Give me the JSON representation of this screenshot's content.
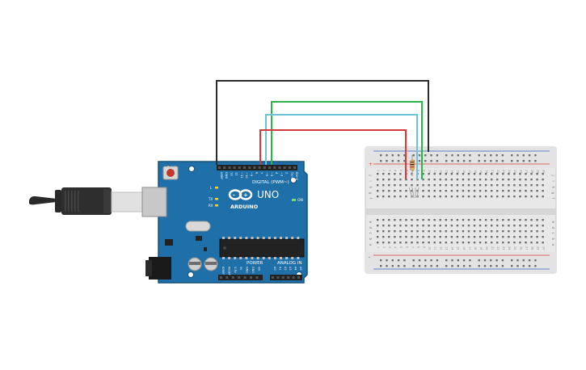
{
  "board": {
    "brand": "ARDUINO",
    "model": "UNO",
    "digital_label": "DIGITAL (PWM~)",
    "power_label": "POWER",
    "analog_label": "ANALOG IN",
    "on_label": "ON",
    "led_l_label": "L",
    "led_tx_label": "TX",
    "led_rx_label": "RX",
    "digital_pins": [
      "AREF",
      "GND",
      "13",
      "12",
      "~11",
      "~10",
      "~9",
      "8",
      "7",
      "~6",
      "~5",
      "4",
      "~3",
      "2",
      "TX→1",
      "RX←0"
    ],
    "power_pins": [
      "IOREF",
      "RESET",
      "3.3V",
      "5V",
      "GND",
      "GND",
      "Vin"
    ],
    "analog_pins": [
      "A0",
      "A1",
      "A2",
      "A3",
      "A4",
      "A5"
    ]
  },
  "breadboard": {
    "row_letters_top": [
      "j",
      "i",
      "h",
      "g",
      "f"
    ],
    "row_letters_bottom": [
      "e",
      "d",
      "c",
      "b",
      "a"
    ],
    "columns": 30,
    "rail_plus": "+",
    "rail_minus": "-"
  },
  "colors": {
    "board": "#1f6fa8",
    "board_dark": "#15507c",
    "wire_black": "#2b2b2b",
    "wire_green": "#2db34a",
    "wire_cyan": "#6ac3d6",
    "wire_red": "#d43a3a",
    "rail_red": "#d8423a",
    "rail_blue": "#3a5fc4"
  }
}
